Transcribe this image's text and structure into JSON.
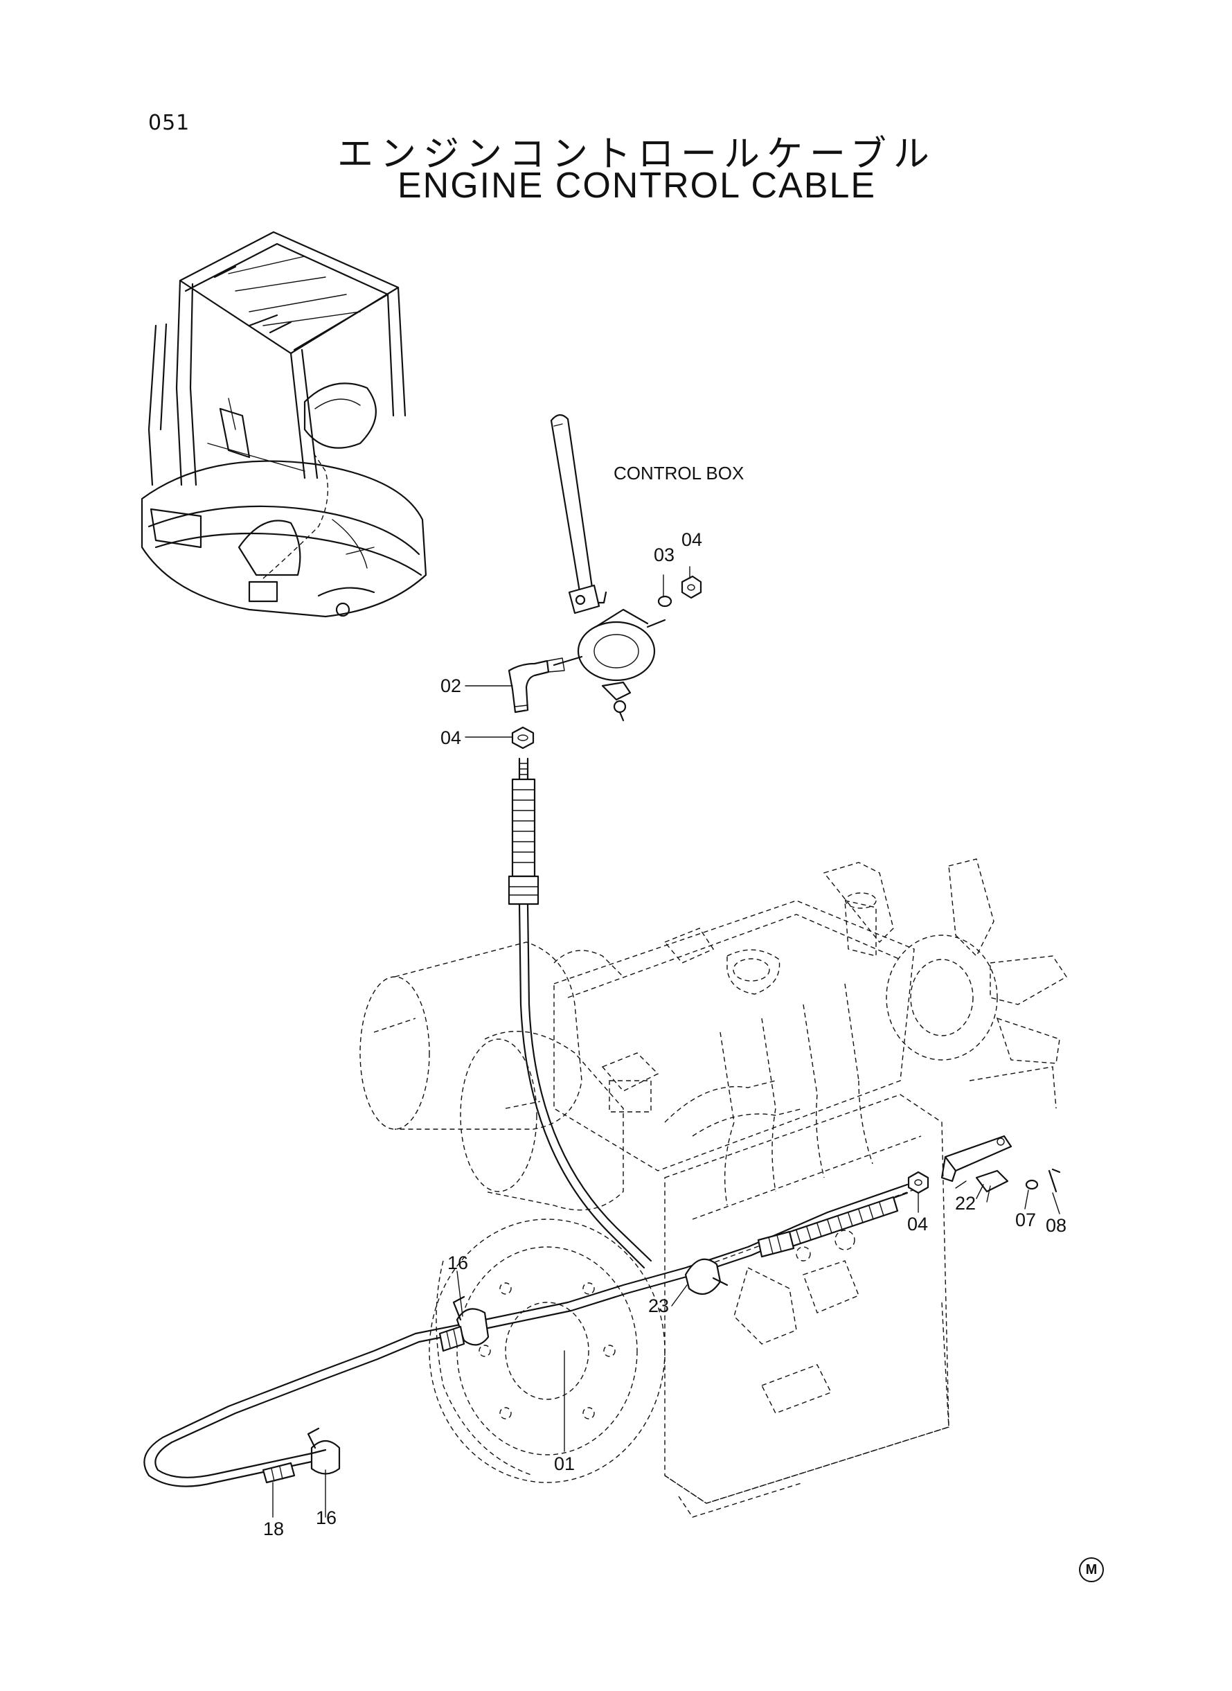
{
  "page_number": "051",
  "title_jp": "エンジンコントロールケーブル",
  "title_en": "ENGINE CONTROL CABLE",
  "control_box_label": "CONTROL BOX",
  "part_labels": {
    "p03": "03",
    "p04_top": "04",
    "p02": "02",
    "p04_mid": "04",
    "p22": "22",
    "p04_low": "04",
    "p07": "07",
    "p08": "08",
    "p16_top": "16",
    "p23": "23",
    "p01": "01",
    "p18": "18",
    "p16_bottom": "16"
  },
  "corner_mark": "M"
}
